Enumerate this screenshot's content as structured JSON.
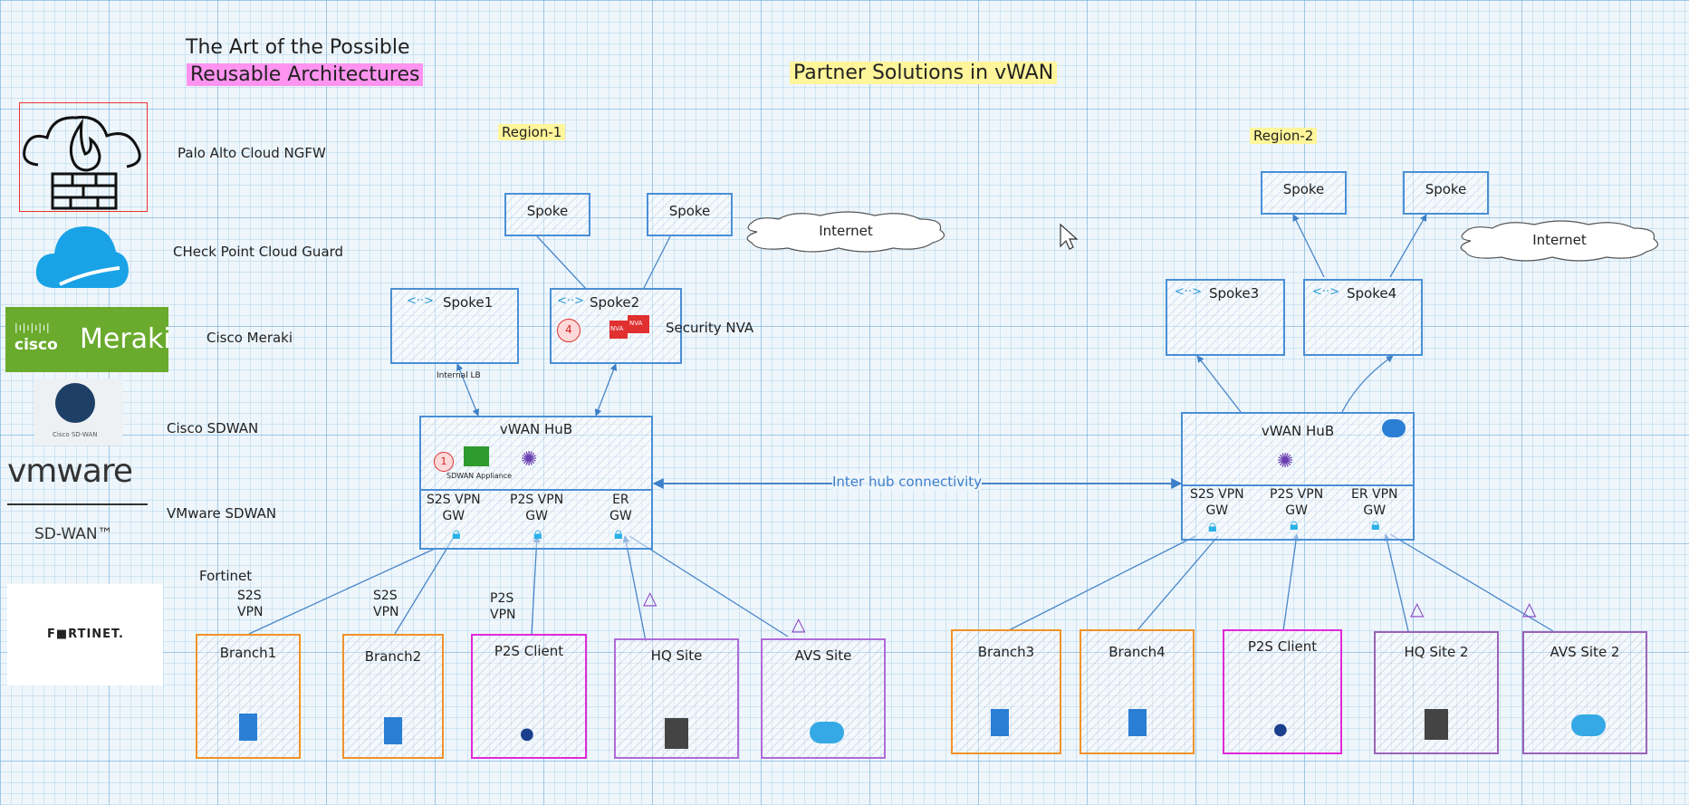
{
  "title": {
    "line1": "The Art of the Possible",
    "line2": "Reusable Architectures"
  },
  "heading": "Partner Solutions in vWAN",
  "legend": [
    {
      "label": "Palo Alto Cloud NGFW"
    },
    {
      "label": "CHeck Point Cloud Guard"
    },
    {
      "label": "Cisco Meraki",
      "logo_text": {
        "cisco": "cisco",
        "meraki": "Meraki"
      }
    },
    {
      "label": "Cisco SDWAN",
      "logo_caption": "Cisco SD-WAN"
    },
    {
      "label": "VMware SDWAN",
      "logo_text": {
        "vm": "vmware",
        "sd": "SD-WAN™"
      }
    },
    {
      "label": "Fortinet",
      "logo_text": "F■RTINET."
    }
  ],
  "region1": {
    "label": "Region-1",
    "spokes": [
      "Spoke",
      "Spoke"
    ],
    "internet": "Internet",
    "spoke1": "Spoke1",
    "spoke2": "Spoke2",
    "badge4": "4",
    "nva_label": "Security NVA",
    "nva_icon_text": [
      "NVA",
      "NVA"
    ],
    "internal_lb": "Internal LB",
    "hub": {
      "title": "vWAN HuB",
      "badge": "1",
      "sdwan_appliance": "SDWAN Appliance",
      "gateways": [
        "S2S VPN\nGW",
        "P2S VPN\nGW",
        "ER\nGW"
      ]
    },
    "link_labels": [
      "S2S\nVPN",
      "S2S\nVPN",
      "P2S\nVPN"
    ],
    "sites": [
      "Branch1",
      "Branch2",
      "P2S Client",
      "HQ Site",
      "AVS Site"
    ]
  },
  "inter_hub": "Inter hub connectivity",
  "region2": {
    "label": "Region-2",
    "spokes": [
      "Spoke",
      "Spoke"
    ],
    "internet": "Internet",
    "spoke3": "Spoke3",
    "spoke4": "Spoke4",
    "hub": {
      "title": "vWAN HuB",
      "gateways": [
        "S2S VPN\nGW",
        "P2S VPN\nGW",
        "ER VPN\nGW"
      ]
    },
    "sites": [
      "Branch3",
      "Branch4",
      "P2S Client",
      "HQ Site 2",
      "AVS Site 2"
    ]
  },
  "colors": {
    "azure_blue": "#4a8fd6",
    "branch_orange": "#f0932b",
    "p2s_magenta": "#e02ad8",
    "site_purple": "#b06ad9",
    "highlight_yellow": "#fff59a",
    "highlight_pink": "#ff93f0",
    "firewall_red": "#e03030"
  }
}
